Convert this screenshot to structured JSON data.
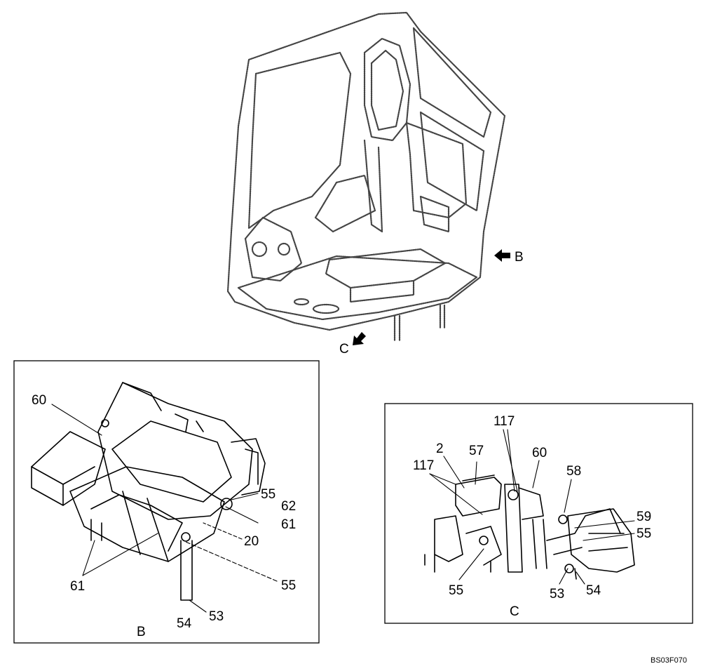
{
  "overview": {
    "view_b_arrow": "B",
    "view_c_arrow": "C"
  },
  "detail_b": {
    "view_label": "B",
    "callouts": {
      "c60": "60",
      "c55a": "55",
      "c62": "62",
      "c61a": "61",
      "c20": "20",
      "c55b": "55",
      "c61b": "61",
      "c54": "54",
      "c53": "53"
    }
  },
  "detail_c": {
    "view_label": "C",
    "callouts": {
      "c117a": "117",
      "c2": "2",
      "c57": "57",
      "c117b": "117",
      "c60": "60",
      "c58": "58",
      "c59": "59",
      "c55a": "55",
      "c55b": "55",
      "c53": "53",
      "c54": "54"
    }
  },
  "reference_code": "BS03F070"
}
